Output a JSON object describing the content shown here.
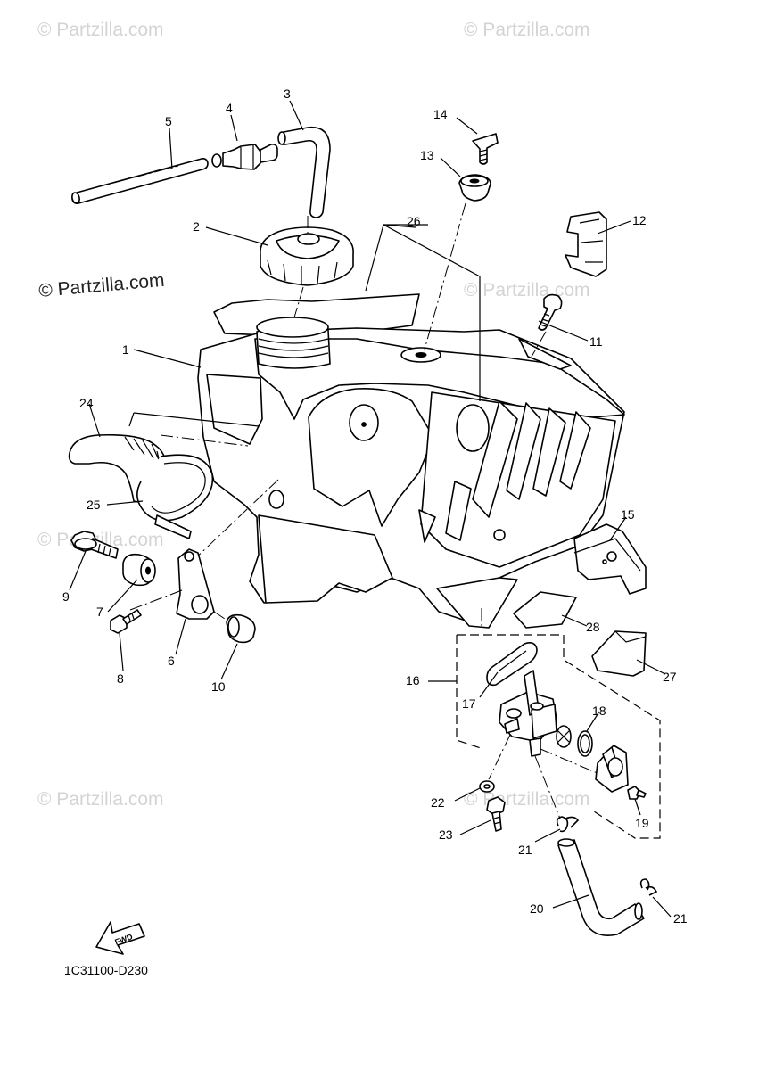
{
  "watermark": {
    "text": "© Partzilla.com"
  },
  "diagram_code": "1C31100-D230",
  "fwd_label": "FWD",
  "callouts": [
    {
      "id": "p1",
      "label": "1"
    },
    {
      "id": "p2",
      "label": "2"
    },
    {
      "id": "p3",
      "label": "3"
    },
    {
      "id": "p4",
      "label": "4"
    },
    {
      "id": "p5",
      "label": "5"
    },
    {
      "id": "p6",
      "label": "6"
    },
    {
      "id": "p7",
      "label": "7"
    },
    {
      "id": "p8",
      "label": "8"
    },
    {
      "id": "p9",
      "label": "9"
    },
    {
      "id": "p10",
      "label": "10"
    },
    {
      "id": "p11",
      "label": "11"
    },
    {
      "id": "p12",
      "label": "12"
    },
    {
      "id": "p13",
      "label": "13"
    },
    {
      "id": "p14",
      "label": "14"
    },
    {
      "id": "p15",
      "label": "15"
    },
    {
      "id": "p16",
      "label": "16"
    },
    {
      "id": "p17",
      "label": "17"
    },
    {
      "id": "p18",
      "label": "18"
    },
    {
      "id": "p19",
      "label": "19"
    },
    {
      "id": "p20",
      "label": "20"
    },
    {
      "id": "p21a",
      "label": "21"
    },
    {
      "id": "p21b",
      "label": "21"
    },
    {
      "id": "p22",
      "label": "22"
    },
    {
      "id": "p23",
      "label": "23"
    },
    {
      "id": "p24",
      "label": "24"
    },
    {
      "id": "p25",
      "label": "25"
    },
    {
      "id": "p26",
      "label": "26"
    },
    {
      "id": "p27",
      "label": "27"
    },
    {
      "id": "p28",
      "label": "28"
    }
  ]
}
